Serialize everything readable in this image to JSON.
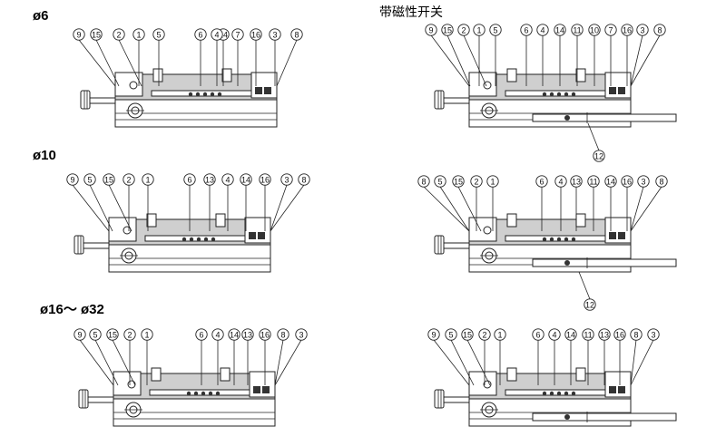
{
  "titles": {
    "d6": "ø6",
    "d10": "ø10",
    "d16_32": "ø16～ ø32",
    "with_switch": "带磁性开关"
  },
  "panels": {
    "tl": [
      "9",
      "15",
      "2",
      "1",
      "5",
      "6",
      "14",
      "4",
      "7",
      "16",
      "3",
      "8"
    ],
    "tr": [
      "9",
      "15",
      "2",
      "1",
      "5",
      "6",
      "4",
      "14",
      "11",
      "10",
      "7",
      "16",
      "3",
      "8"
    ],
    "ml": [
      "9",
      "5",
      "15",
      "2",
      "1",
      "6",
      "13",
      "4",
      "14",
      "16",
      "3",
      "8"
    ],
    "mr": [
      "8",
      "5",
      "15",
      "2",
      "1",
      "6",
      "4",
      "13",
      "11",
      "14",
      "16",
      "3",
      "8"
    ],
    "bl": [
      "9",
      "5",
      "15",
      "2",
      "1",
      "6",
      "4",
      "14",
      "13",
      "16",
      "8",
      "3"
    ],
    "br": [
      "9",
      "5",
      "15",
      "2",
      "1",
      "6",
      "4",
      "14",
      "11",
      "13",
      "16",
      "8",
      "3"
    ]
  },
  "switch_label": "12"
}
